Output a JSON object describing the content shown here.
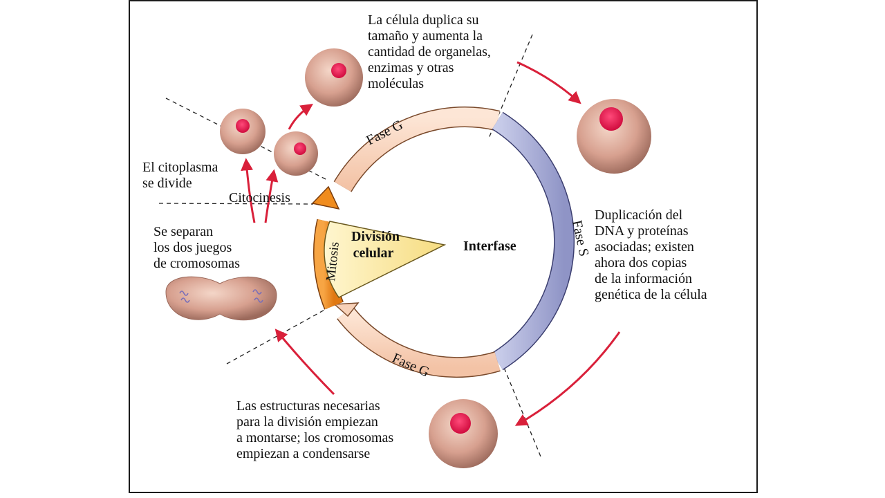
{
  "top_note": [
    "La célula duplica su",
    "tamaño y aumenta la",
    "cantidad de organelas,",
    "enzimas y otras",
    "moléculas"
  ],
  "cytoplasm_note": [
    "El citoplasma",
    "se divide"
  ],
  "citocinesis": "Citocinesis",
  "separation_note": [
    "Se separan",
    "los dos juegos",
    "de cromosomas"
  ],
  "s_note": [
    "Duplicación del",
    "DNA y proteínas",
    "asociadas; existen",
    "ahora dos copias",
    "de la información",
    "genética de la célula"
  ],
  "bottom_note": [
    "Las estructuras necesarias",
    "para la división empiezan",
    "a montarse; los cromosomas",
    "empiezan a condensarse"
  ],
  "phases": {
    "g_top": "Fase G",
    "g_bottom": "Fase G",
    "s": "Fase S",
    "mitosis": "Mitosis"
  },
  "division_label": [
    "División",
    "celular"
  ],
  "interfase_label": "Interfase",
  "colors": {
    "g_phase": "#f9d6c0",
    "s_phase": "#a9aed6",
    "mitosis": "#f08c1e",
    "wedge": "#fbe79a",
    "arrow_red": "#d9203a",
    "cell_body": "#d7a08f",
    "nucleus": "#e0134a"
  }
}
